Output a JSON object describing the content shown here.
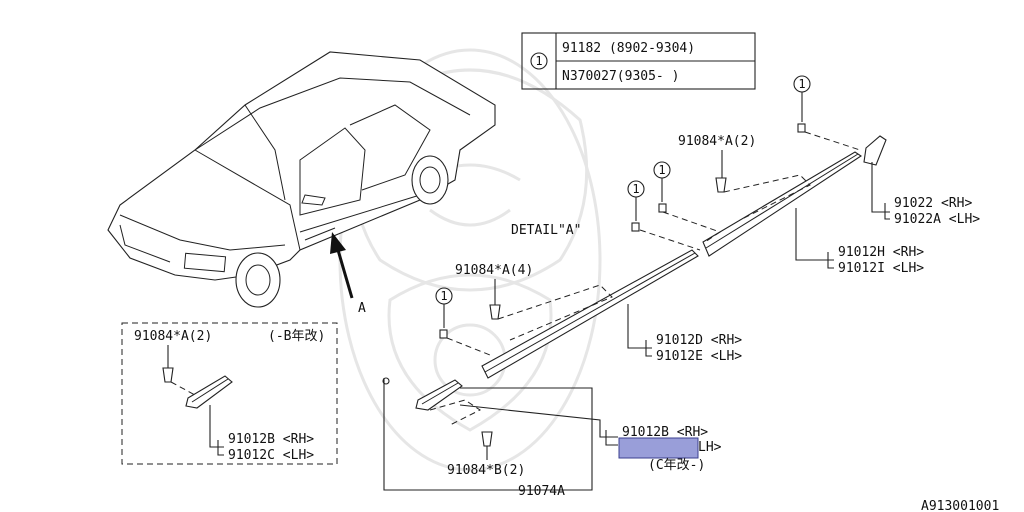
{
  "table": {
    "circle": "1",
    "row1": "91182  (8902-9304)",
    "row2": "N370027(9305-     )"
  },
  "labels": {
    "detail_a": "DETAIL\"A\"",
    "a_arrow": "A",
    "p91084a2_top": "91084*A(2)",
    "p91022_rh": "91022  <RH>",
    "p91022a_lh": "91022A <LH>",
    "p91012h_rh": "91012H <RH>",
    "p91012i_lh": "91012I <LH>",
    "p91084a4": "91084*A(4)",
    "p91012d_rh": "91012D <RH>",
    "p91012e_lh": "91012E <LH>",
    "inset_clip": "91084*A(2)",
    "inset_note": "(-B年改)",
    "p91012b_rh": "91012B <RH>",
    "p91012c_lh": "91012C <LH>",
    "p91012b_rh2": "91012B <RH>",
    "lh2": "LH>",
    "c_note": "(C年改-)",
    "p91084b2": "91084*B(2)",
    "p91074a": "91074A",
    "ref": "A913001001"
  },
  "callouts": {
    "one": "1"
  },
  "colors": {
    "highlight": "#7f86cf"
  }
}
